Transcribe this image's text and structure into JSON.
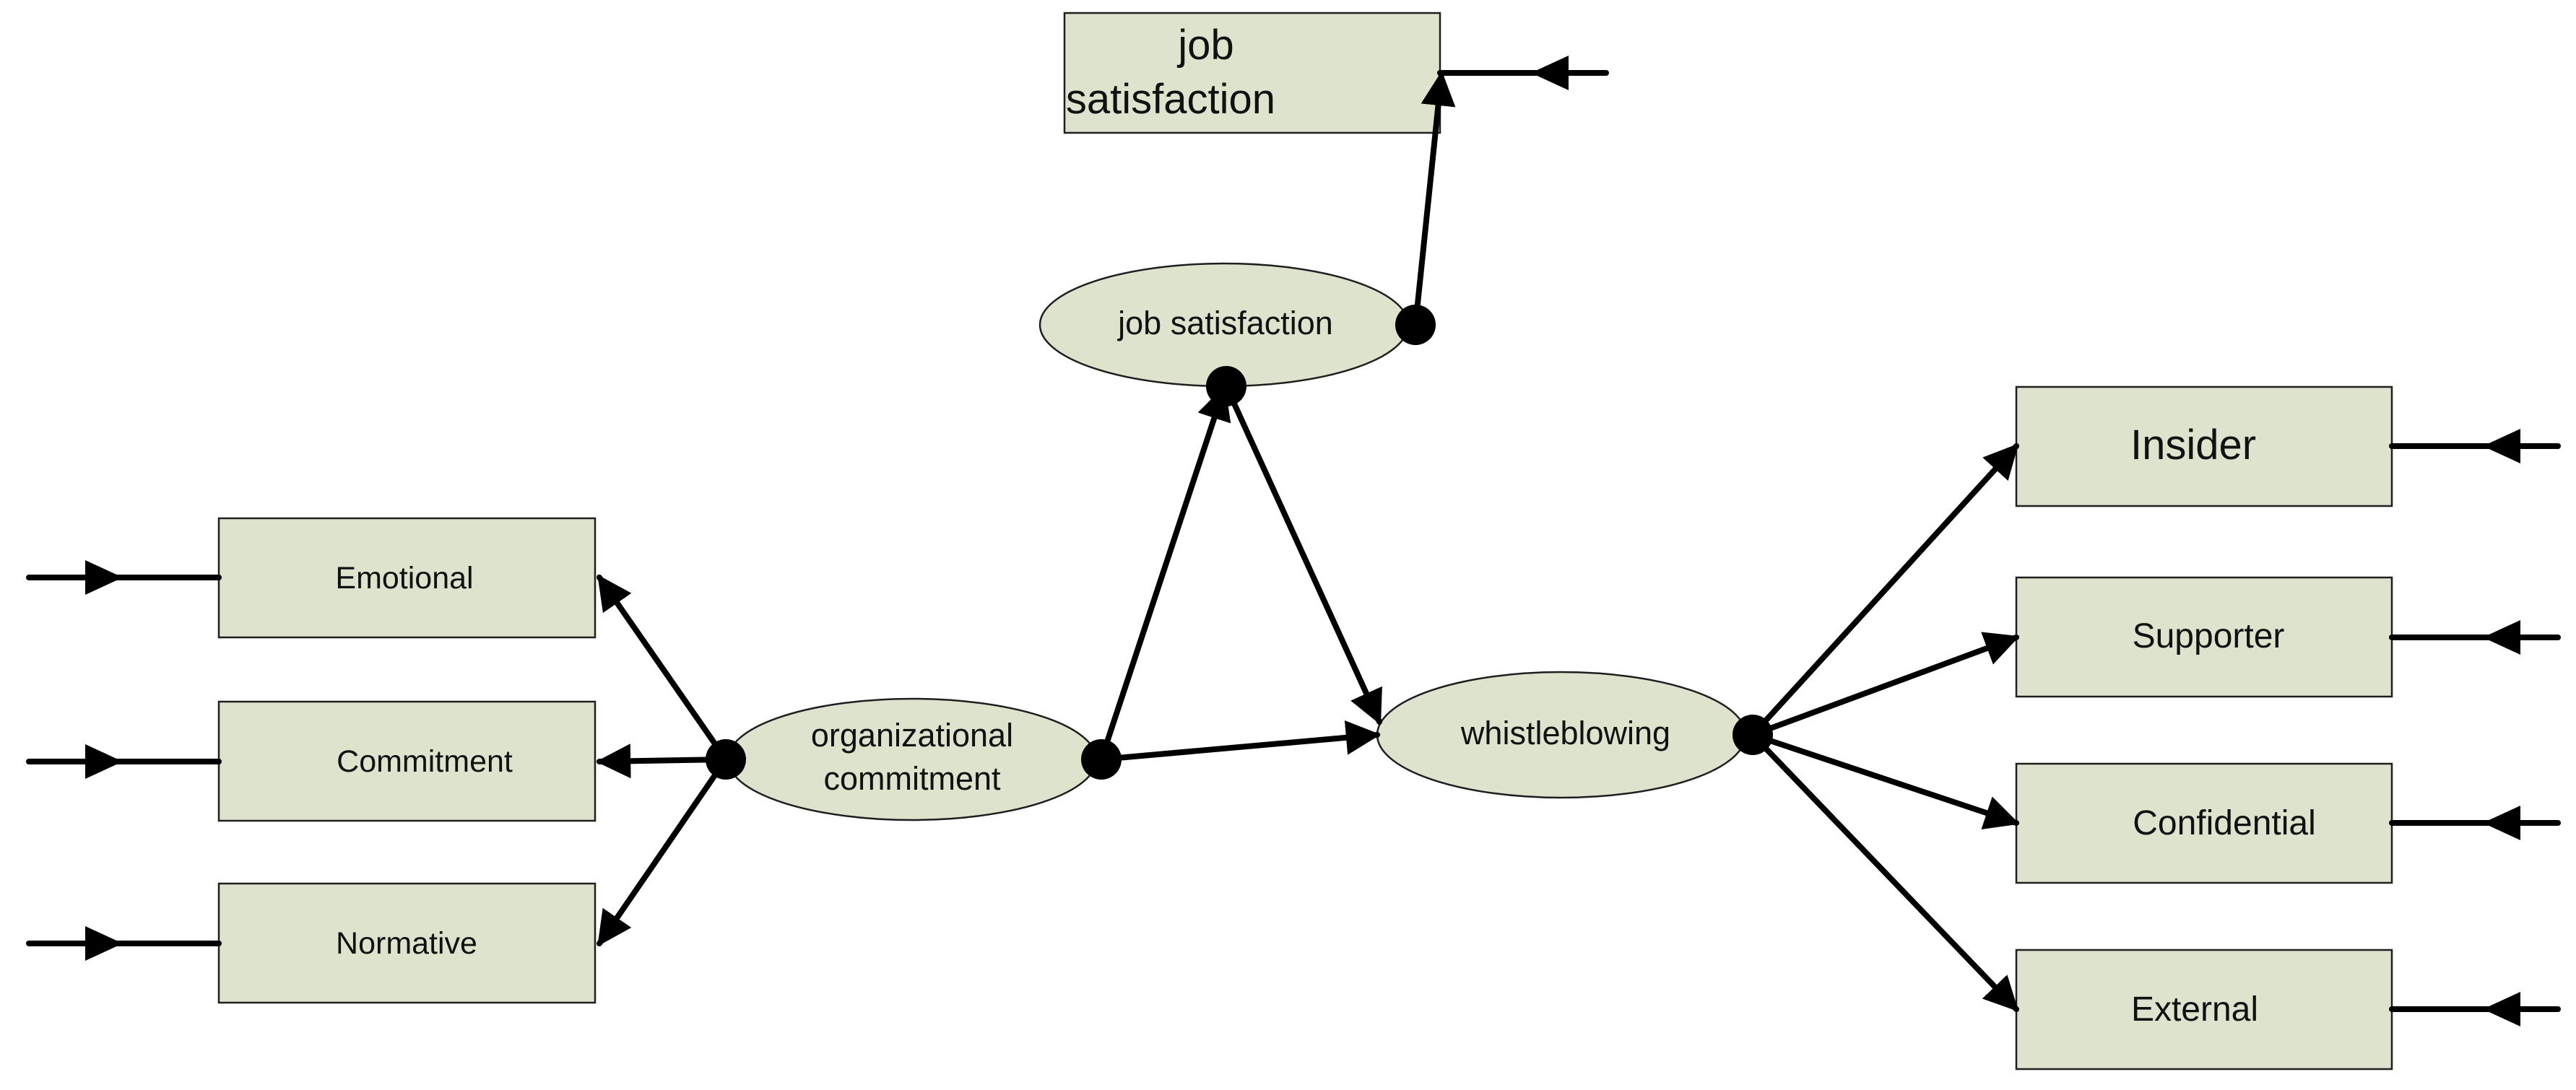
{
  "colors": {
    "node_fill": "#dde3cd",
    "node_stroke": "#1f1f1f",
    "edge": "#000000"
  },
  "latent": {
    "organizational_commitment": [
      "organizational",
      "commitment"
    ],
    "job_satisfaction": "job satisfaction",
    "whistleblowing": "whistleblowing"
  },
  "indicators": {
    "emotional": "Emotional",
    "commitment": "Commitment",
    "normative": "Normative",
    "job_satisfaction": [
      "job",
      "satisfaction"
    ],
    "insider": "Insider",
    "supporter": "Supporter",
    "confidential": "Confidential",
    "external": "External"
  }
}
